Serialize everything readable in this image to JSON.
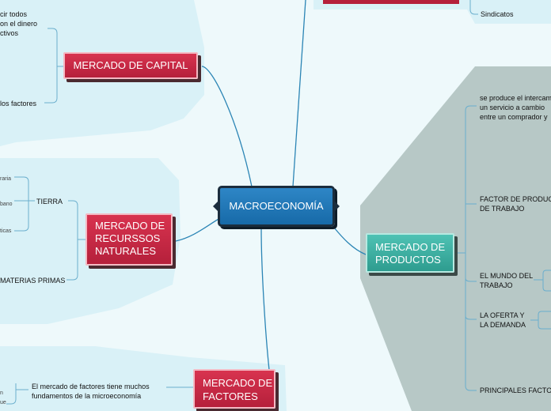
{
  "central": {
    "label": "MACROECONOMÍA"
  },
  "mercado_capital": {
    "label": "MERCADO DE CAPITAL",
    "left_text_top": "cir todos\non el dinero\nctivos",
    "left_text_bottom": "los factores"
  },
  "mercado_recursos": {
    "label": "MERCADO DE\nRECURSSOS\nNATURALES",
    "tierra": "TIERRA",
    "materias_primas": "MATERIAS PRIMAS",
    "tierra_children": [
      "raria",
      "bano",
      "ticas"
    ]
  },
  "mercado_factores": {
    "label": "MERCADO DE\nFACTORES",
    "description": "El mercado de factores tiene muchos\nfundamentos de la microeconomía",
    "left_fragments": [
      "n",
      "ue"
    ]
  },
  "top_right": {
    "sindicatos": "Sindicatos"
  },
  "mercado_productos": {
    "label": "MERCADO DE\nPRODUCTOS",
    "children": [
      "se produce el intercam\nun servicio a cambio\nentre un comprador y",
      "FACTOR DE PRODUCC\nDE TRABAJO",
      "EL MUNDO DEL\nTRABAJO",
      "LA OFERTA Y\nLA DEMANDA",
      "PRINCIPALES FACTO"
    ]
  },
  "colors": {
    "background": "#eef9fb",
    "panel": "#d9f1f7",
    "grey_panel": "#b7c8c6",
    "connector": "#2b85b5",
    "red_node": "#c8283f",
    "teal_node": "#3aab9d",
    "blue_node": "#1f78b8"
  }
}
